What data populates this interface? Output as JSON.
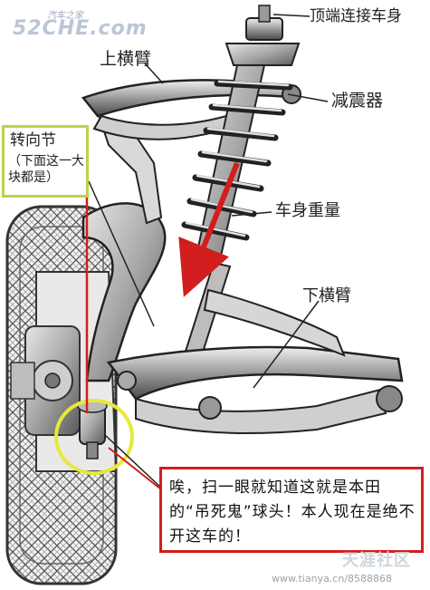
{
  "logo": {
    "top": "汽车之家",
    "main": "52CHE.com"
  },
  "labels": {
    "body_mount": "顶端连接车身",
    "upper_arm": "上横臂",
    "shock_absorber": "减震器",
    "vehicle_weight": "车身重量",
    "lower_arm": "下横臂"
  },
  "knuckle": {
    "title": "转向节",
    "note": "（下面这一大块都是）"
  },
  "callout": {
    "text": "唉，扫一眼就知道这就是本田的“吊死鬼”球头！本人现在是绝不开这车的！"
  },
  "watermark": {
    "site": "天涯社区",
    "url": "www.tianya.cn/8588868"
  },
  "colors": {
    "accent_red": "#d21e1e",
    "highlight_yellow": "#e8e83c",
    "box_green": "#b8d44a",
    "line_art": "#2b2b2b"
  }
}
